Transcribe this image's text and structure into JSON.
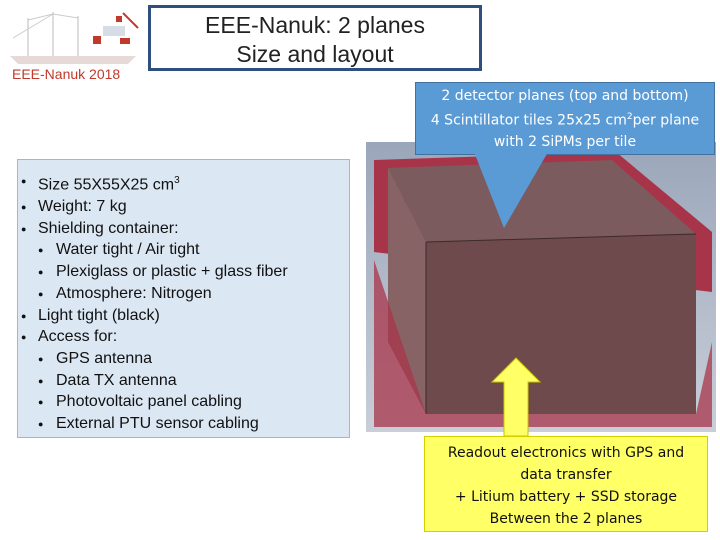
{
  "logo": {
    "text": "EEE-Nanuk 2018"
  },
  "title": {
    "line1": "EEE-Nanuk: 2 planes",
    "line2": "Size and layout"
  },
  "bullets": {
    "size": "Size 55X55X25 cm",
    "size_sup": "3",
    "weight": "Weight: 7 kg",
    "shielding": "Shielding container:",
    "water": "Water tight / Air tight",
    "plexiglass": "Plexiglass or plastic + glass fiber",
    "atmosphere": "Atmosphere: Nitrogen",
    "light": "Light tight (black)",
    "access": "Access for:",
    "gps": "GPS antenna",
    "datatx": "Data TX antenna",
    "pv": "Photovoltaic panel cabling",
    "ptu": "External PTU sensor cabling"
  },
  "callout_top": {
    "line1": "2 detector planes (top and bottom)",
    "line2_a": "4 Scintillator tiles 25x25 cm",
    "line2_sup": "2",
    "line2_b": "per plane",
    "line3": "with 2 SiPMs per tile"
  },
  "callout_bottom": {
    "line1": "Readout electronics with GPS and",
    "line2": "data transfer",
    "line3": "+ Litium battery + SSD storage",
    "line4": "Between the 2 planes"
  },
  "colors": {
    "title_border": "#2f4f7f",
    "bullet_box": "#dbe7f3",
    "callout_blue": "#5b9bd5",
    "callout_yellow": "#ffff66",
    "detector_box": "#7a5656",
    "detector_frame": "#a8344a",
    "arrow_fill": "#ffff66"
  }
}
